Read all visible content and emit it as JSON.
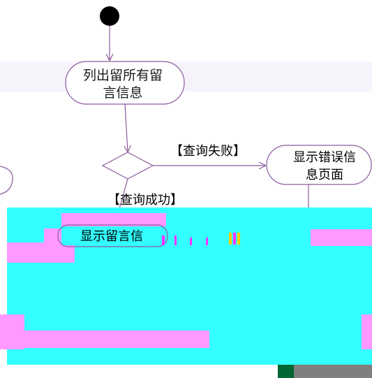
{
  "diagram": {
    "nodes": {
      "list_all": [
        "列出留所有留",
        "言信息"
      ],
      "show_error": [
        "显示错误信",
        "息页面"
      ],
      "show_messages": "显示留言信"
    },
    "edges": {
      "fail": "【查询失败】",
      "success": "【查询成功】"
    },
    "colors": {
      "line": "#8b5a9e",
      "node_fill": "#ffffff",
      "start": "#000000",
      "cyan_block": "#33ffff",
      "pink_block": "#ff99ff",
      "gray_block": "#7f7f7f",
      "green_block": "#006633"
    }
  }
}
